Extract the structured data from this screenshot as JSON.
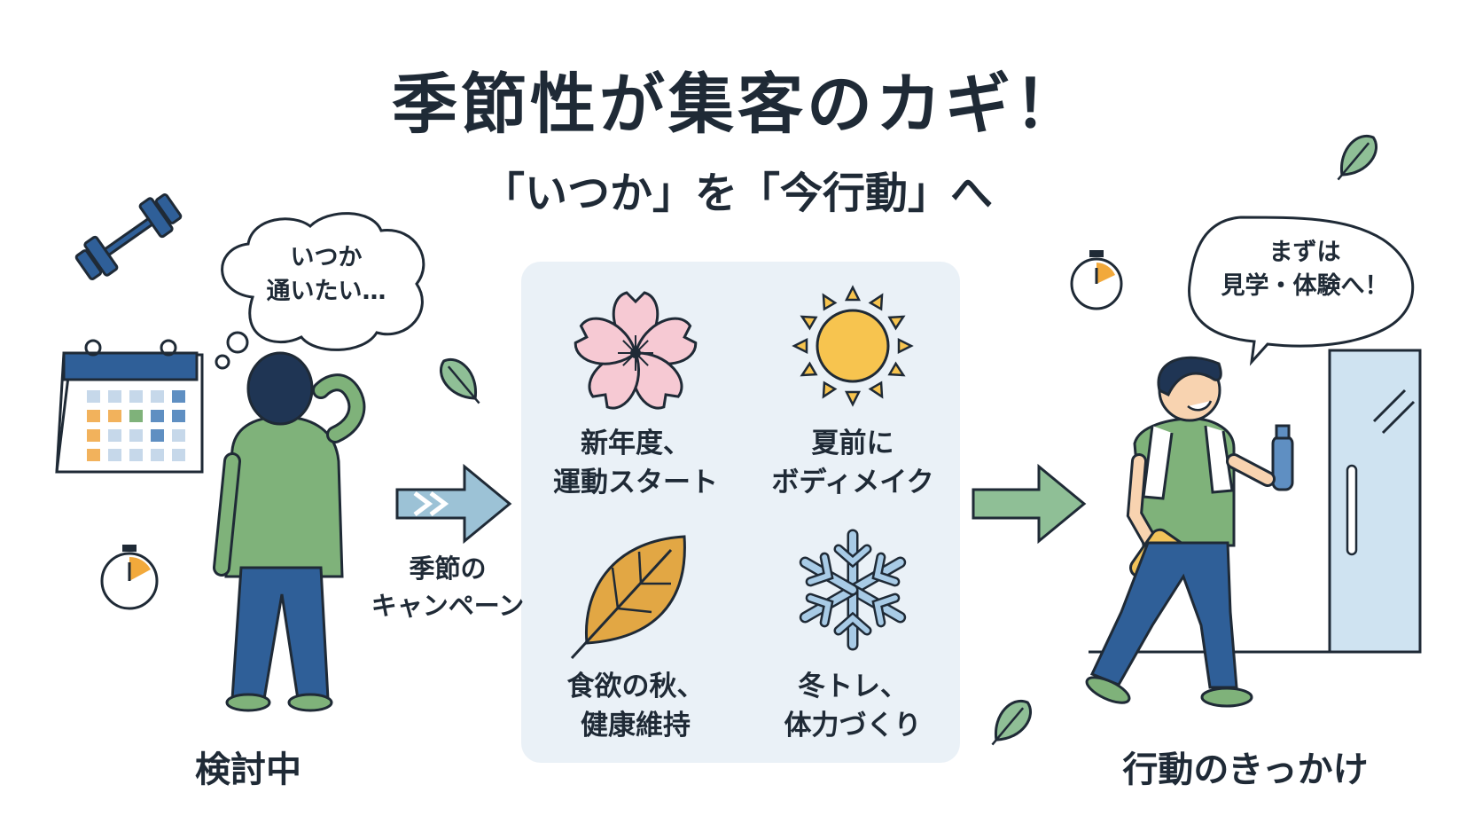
{
  "header": {
    "title": "季節性が集客のカギ！",
    "subtitle": "「いつか」を「今行動」へ"
  },
  "left": {
    "thought": [
      "いつか",
      "通いたい…"
    ],
    "caption": "検討中"
  },
  "arrow_label": [
    "季節の",
    "キャンペーン"
  ],
  "seasons": [
    {
      "icon": "cherry-blossom-icon",
      "lines": [
        "新年度、",
        "運動スタート"
      ]
    },
    {
      "icon": "sun-icon",
      "lines": [
        "夏前に",
        "ボディメイク"
      ]
    },
    {
      "icon": "autumn-leaf-icon",
      "lines": [
        "食欲の秋、",
        "健康維持"
      ]
    },
    {
      "icon": "snowflake-icon",
      "lines": [
        "冬トレ、",
        "体力づくり"
      ]
    }
  ],
  "right": {
    "speech": [
      "まずは",
      "見学・体験へ！"
    ],
    "caption": "行動のきっかけ"
  },
  "colors": {
    "ink": "#1f2a36",
    "panel": "#eaf1f7",
    "shirt_green": "#7fb27a",
    "pants_blue": "#2f5f98",
    "arrow_blue": "#9cc2d6",
    "arrow_green": "#8fbf96",
    "sun": "#f7c44f",
    "blossom": "#f6c9d3",
    "leaf_orange": "#e2a744",
    "snow": "#a8cbe6",
    "door": "#cfe3f1"
  }
}
